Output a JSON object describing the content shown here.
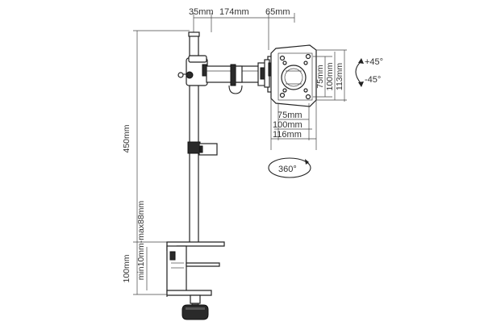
{
  "dimensions": {
    "clamp_offset": "35mm",
    "arm_length": "174mm",
    "head_depth": "65mm",
    "pole_height": "450mm",
    "clamp_height": "100mm",
    "desk_thickness": "min10mm-max88mm",
    "vesa_small_w": "75mm",
    "vesa_large_w": "100mm",
    "plate_width": "116mm",
    "vesa_small_h": "75mm",
    "vesa_large_h": "100mm",
    "plate_height": "113mm"
  },
  "tilt": {
    "up": "+45°",
    "down": "-45°"
  },
  "rotation": "360°"
}
